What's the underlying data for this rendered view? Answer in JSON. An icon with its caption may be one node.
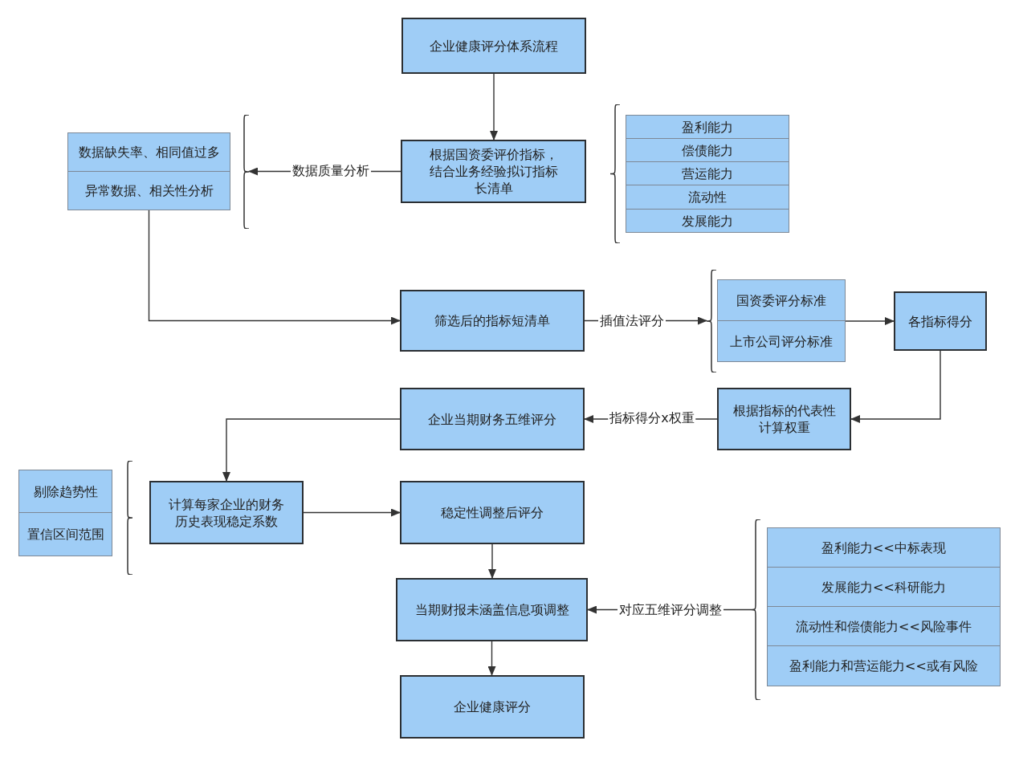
{
  "diagram": {
    "nodes": [
      {
        "text": [
          "企业健康评分体系流程"
        ]
      },
      {
        "text": [
          "根据国资委评价指标，结合业务经验拟订指标长清单"
        ]
      },
      {
        "text": [],
        "shape": "brace"
      },
      {
        "text": [
          "数据缺失率、相同值过多"
        ],
        "in": 2
      },
      {
        "text": [
          "异常数据、相关性分析"
        ],
        "in": 2
      },
      {
        "text": [],
        "shape": "brace"
      },
      {
        "text": [
          "盈利能力"
        ],
        "in": 5
      },
      {
        "text": [
          "偿债能力"
        ],
        "in": 5
      },
      {
        "text": [
          "营运能力"
        ],
        "in": 5
      },
      {
        "text": [
          "流动性"
        ],
        "in": 5
      },
      {
        "text": [
          "发展能力"
        ],
        "in": 5
      },
      {
        "text": [
          "筛选后的指标短清单"
        ]
      },
      {
        "text": [],
        "shape": "brace"
      },
      {
        "text": [
          "国资委评分标准"
        ],
        "in": 12
      },
      {
        "text": [
          "上市公司评分标准"
        ],
        "in": 12
      },
      {
        "text": [
          "各指标得分"
        ]
      },
      {
        "text": [
          "企业当期财务五维评分"
        ]
      },
      {
        "text": [
          "根据指标的代表性计算权重"
        ]
      },
      {
        "text": [],
        "shape": "brace"
      },
      {
        "text": [
          "剔除趋势性"
        ],
        "in": 18
      },
      {
        "text": [
          "置信区间范围"
        ],
        "in": 18
      },
      {
        "text": [
          "计算每家企业的财务历史表现稳定系数"
        ]
      },
      {
        "text": [
          "稳定性调整后评分"
        ]
      },
      {
        "text": [],
        "shape": "brace"
      },
      {
        "text": [
          "盈利能力<<中标表现"
        ],
        "in": 23
      },
      {
        "text": [
          "发展能力<<科研能力"
        ],
        "in": 23
      },
      {
        "text": [
          "流动性和偿债能力<<风险事件"
        ],
        "in": 23
      },
      {
        "text": [
          "盈利能力和营运能力<<或有风险"
        ],
        "in": 23
      },
      {
        "text": [
          "当期财报未涵盖信息项调整"
        ]
      },
      {
        "text": [
          "企业健康评分"
        ]
      }
    ],
    "edges": [
      {
        "from": 0,
        "to": 1,
        "arrow": "to"
      },
      {
        "from": 1,
        "to": 2,
        "arrow": "to",
        "label": "数据质量分析"
      },
      {
        "from": 4,
        "to": 11,
        "arrow": "to"
      },
      {
        "from": 11,
        "to": 12,
        "arrow": "to",
        "label": "插值法评分"
      },
      {
        "from": 12,
        "to": 15,
        "arrow": "to"
      },
      {
        "from": 15,
        "to": 17,
        "arrow": "to"
      },
      {
        "from": 17,
        "to": 16,
        "arrow": "to",
        "label": "指标得分x权重"
      },
      {
        "from": 16,
        "to": 21,
        "arrow": "to"
      },
      {
        "from": 21,
        "to": 22,
        "arrow": "to"
      },
      {
        "from": 22,
        "to": 28,
        "arrow": "to"
      },
      {
        "from": 23,
        "to": 28,
        "arrow": "to",
        "label": "对应五维评分调整"
      },
      {
        "from": 28,
        "to": 29,
        "arrow": "to"
      }
    ]
  }
}
